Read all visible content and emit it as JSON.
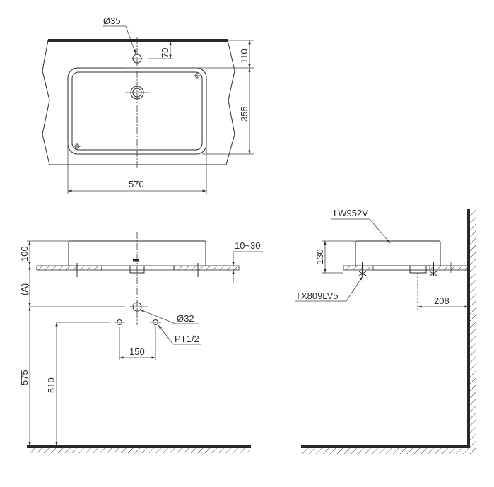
{
  "drawing": {
    "top_view": {
      "labels": {
        "tap_hole": "Ø35",
        "tap_to_back": "70",
        "back_to_bowl": "110",
        "bowl_depth": "355",
        "bowl_width": "570"
      }
    },
    "front_view": {
      "labels": {
        "basin_height": "100",
        "counter_thickness": "10~30",
        "height_a": "(A)",
        "waste_hole": "Ø32",
        "supply_thread": "PT1/2",
        "supply_spacing": "150",
        "waste_height": "575",
        "supply_height": "510"
      }
    },
    "side_view": {
      "labels": {
        "model": "LW952V",
        "basin_height": "130",
        "fixing_kit": "TX809LV5",
        "wall_to_waste": "208"
      }
    }
  },
  "colors": {
    "line": "#2a2a2a",
    "wall": "#222a30",
    "background": "#ffffff"
  }
}
